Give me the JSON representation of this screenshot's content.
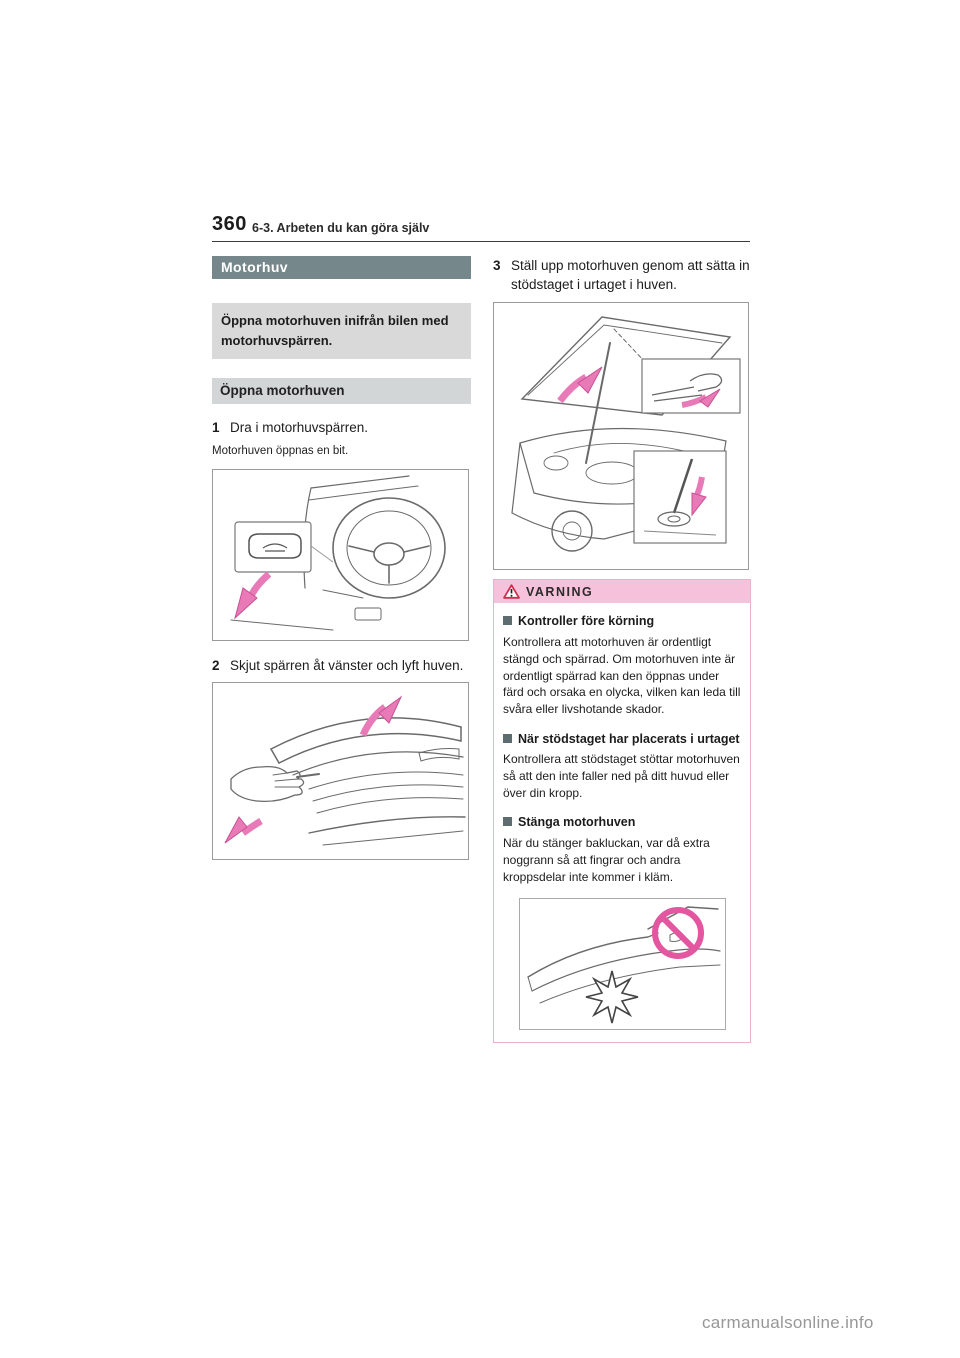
{
  "page": {
    "number": "360",
    "section": "6-3. Arbeten du kan göra själv",
    "watermark": "carmanualsonline.info"
  },
  "left_column": {
    "title": "Motorhuv",
    "intro": "Öppna motorhuven inifrån bilen med motorhuvspärren.",
    "subheading": "Öppna motorhuven",
    "steps": [
      {
        "num": "1",
        "text": "Dra i motorhuvspärren.",
        "note": "Motorhuven öppnas en bit."
      },
      {
        "num": "2",
        "text": "Skjut spärren åt vänster och lyft huven."
      }
    ]
  },
  "right_column": {
    "steps": [
      {
        "num": "3",
        "text": "Ställ upp motorhuven genom att sätta in stödstaget i urtaget i huven."
      }
    ],
    "warning": {
      "title": "VARNING",
      "items": [
        {
          "heading": "Kontroller före körning",
          "body": "Kontrollera att motorhuven är ordentligt stängd och spärrad. Om motorhuven inte är ordentligt spärrad kan den öppnas under färd och orsaka en olycka, vilken kan leda till svåra eller livshotande skador."
        },
        {
          "heading": "När stödstaget har placerats i urtaget",
          "body": "Kontrollera att stödstaget stöttar motorhuven så att den inte faller ned på ditt huvud eller över din kropp."
        },
        {
          "heading": "Stänga motorhuven",
          "body": "När du stänger bakluckan, var då extra noggrann så att fingrar och andra kroppsdelar inte kommer i kläm."
        }
      ]
    }
  },
  "icons": {
    "warning_triangle": "warning-triangle-icon",
    "prohibition": "prohibition-circle-icon",
    "direction_arrows": "pink-direction-arrow"
  },
  "colors": {
    "section_bar": "#75878a",
    "gray_box": "#d9d9d9",
    "sub_bar": "#d2d6d6",
    "warning_bar": "#f6c1db",
    "warning_border": "#e9b0d0",
    "accent_pink": "#e87bb7",
    "accent_pink_dark": "#c94f93"
  }
}
